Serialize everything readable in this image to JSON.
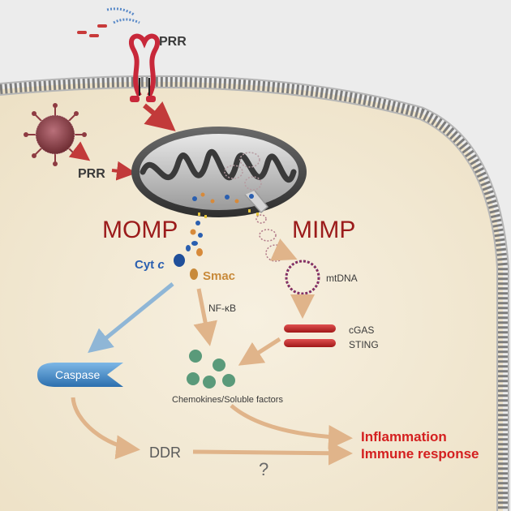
{
  "labels": {
    "prr_top": "PRR",
    "prr_left": "PRR",
    "momp": "MOMP",
    "mimp": "MIMP",
    "cyt": "Cyt",
    "cyt_c": "c",
    "smac": "Smac",
    "mtdna": "mtDNA",
    "nfkb": "NF-κB",
    "cgas": "cGAS",
    "sting": "STING",
    "caspase": "Caspase",
    "chemokines": "Chemokines/Soluble factors",
    "ddr": "DDR",
    "question": "?",
    "inflammation": "Inflammation",
    "immune": "Immune response"
  },
  "colors": {
    "dark_red": "#9b1b1b",
    "bright_red": "#d42020",
    "cyt_blue": "#2a5fb0",
    "smac_orange": "#c88a3a",
    "arrow_tan": "#e0b48a",
    "caspase_blue": "#3d86c6",
    "chemokine_green": "#5a9a7a",
    "cytoplasm": "#f3ead6"
  }
}
